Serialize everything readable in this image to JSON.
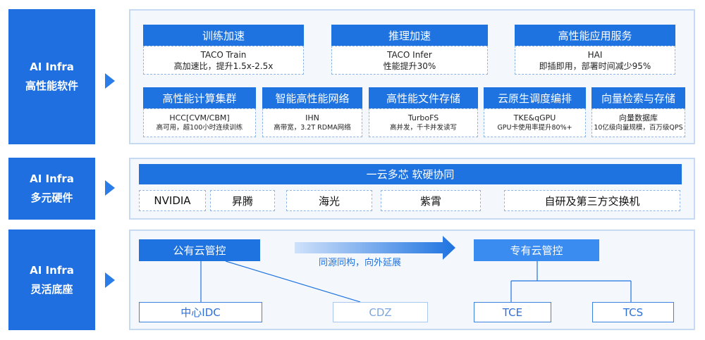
{
  "layers": [
    {
      "line1": "AI Infra",
      "line2": "高性能软件"
    },
    {
      "line1": "AI Infra",
      "line2": "多元硬件"
    },
    {
      "line1": "AI Infra",
      "line2": "灵活底座"
    }
  ],
  "software": {
    "top": [
      {
        "title": "训练加速",
        "line1": "TACO Train",
        "line2": "高加速比，提升1.5x-2.5x"
      },
      {
        "title": "推理加速",
        "line1": "TACO Infer",
        "line2": "性能提升30%"
      },
      {
        "title": "高性能应用服务",
        "line1": "HAI",
        "line2": "即插即用，部署时间减少95%"
      }
    ],
    "bottom": [
      {
        "title": "高性能计算集群",
        "line1": "HCC[CVM/CBM]",
        "line2": "高可用，超100小时连续训练"
      },
      {
        "title": "智能高性能网络",
        "line1": "IHN",
        "line2": "高带宽，3.2T RDMA网络"
      },
      {
        "title": "高性能文件存储",
        "line1": "TurboFS",
        "line2": "高并发，千卡并发读写"
      },
      {
        "title": "云原生调度编排",
        "line1": "TKE&qGPU",
        "line2": "GPU卡使用率提升80%+"
      },
      {
        "title": "向量检索与存储",
        "line1": "向量数据库",
        "line2": "10亿级向量规模，百万级QPS"
      }
    ]
  },
  "hardware": {
    "banner": "一云多芯 软硬协同",
    "items": [
      "NVIDIA",
      "昇腾",
      "海光",
      "紫霄",
      "自研及第三方交换机"
    ]
  },
  "base": {
    "public_cloud": "公有云管控",
    "private_cloud": "专有云管控",
    "arrow_label": "同源同构，向外延展",
    "targets": [
      "中心IDC",
      "CDZ",
      "TCE",
      "TCS"
    ]
  },
  "colors": {
    "primary": "#1e73e0",
    "border": "#c7daf3",
    "panel_bg": "#f4f8fd"
  }
}
